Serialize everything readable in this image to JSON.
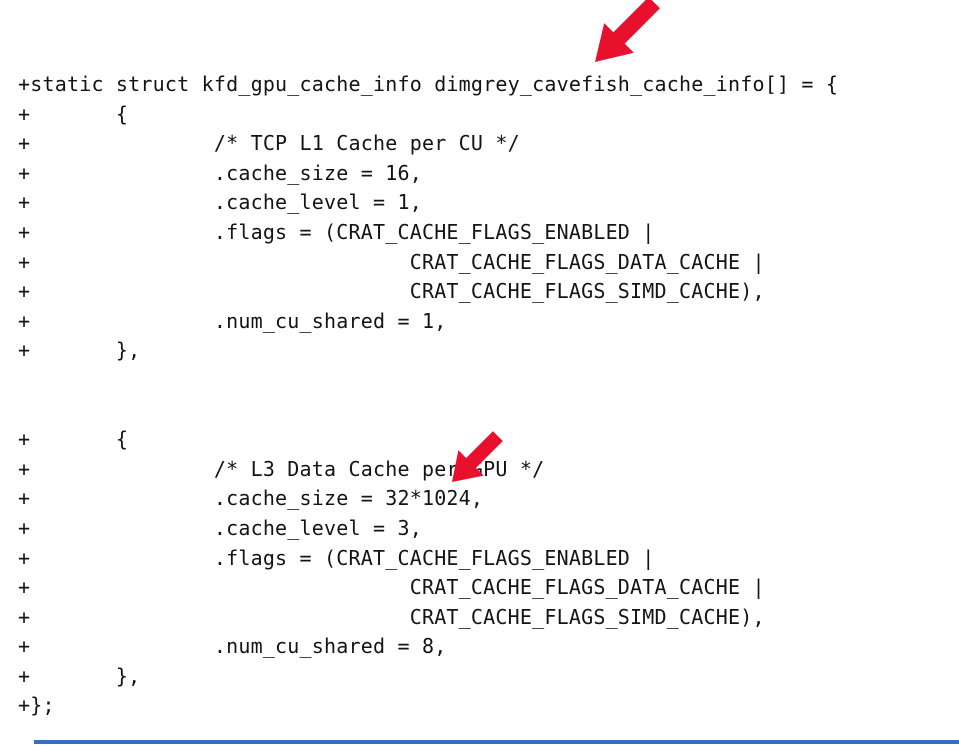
{
  "code": {
    "language": "c-diff",
    "lines": [
      "+static struct kfd_gpu_cache_info dimgrey_cavefish_cache_info[] = {",
      "+       {",
      "+               /* TCP L1 Cache per CU */",
      "+               .cache_size = 16,",
      "+               .cache_level = 1,",
      "+               .flags = (CRAT_CACHE_FLAGS_ENABLED |",
      "+                               CRAT_CACHE_FLAGS_DATA_CACHE |",
      "+                               CRAT_CACHE_FLAGS_SIMD_CACHE),",
      "+               .num_cu_shared = 1,",
      "+       },",
      "",
      "",
      "+       {",
      "+               /* L3 Data Cache per GPU */",
      "+               .cache_size = 32*1024,",
      "+               .cache_level = 3,",
      "+               .flags = (CRAT_CACHE_FLAGS_ENABLED |",
      "+                               CRAT_CACHE_FLAGS_DATA_CACHE |",
      "+                               CRAT_CACHE_FLAGS_SIMD_CACHE),",
      "+               .num_cu_shared = 8,",
      "+       },",
      "+};"
    ]
  },
  "annotations": {
    "arrow_color": "#e8112d",
    "arrows": [
      {
        "target": "dimgrey_cavefish identifier"
      },
      {
        "target": "L3 Data Cache per GPU comment"
      }
    ]
  },
  "footer": {
    "divider_color": "#3b6bc7"
  }
}
